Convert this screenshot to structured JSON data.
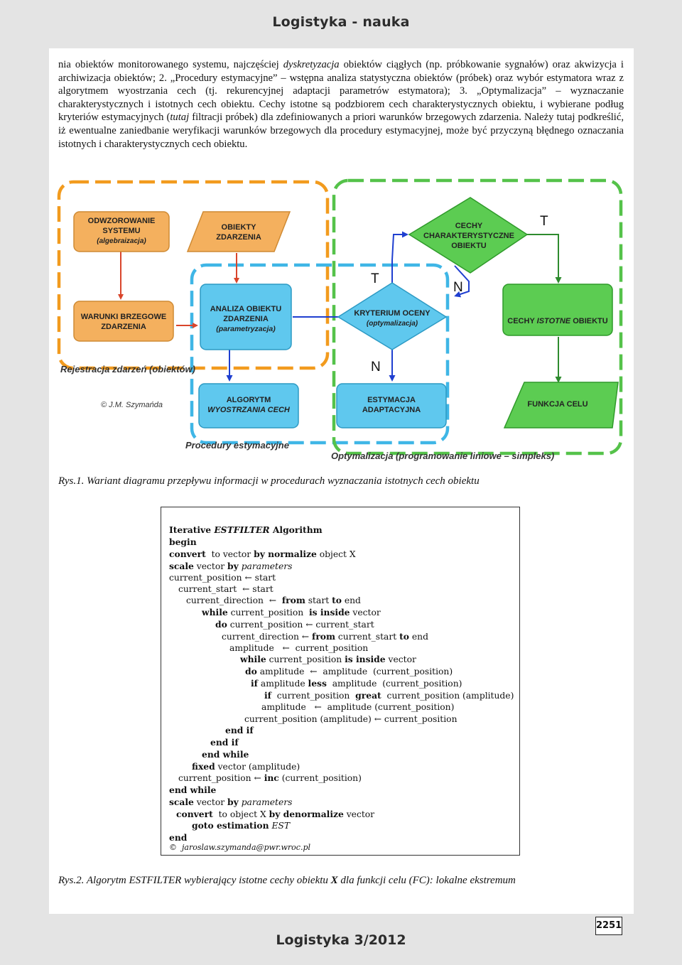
{
  "header": {
    "title": "Logistyka - nauka"
  },
  "body_text": {
    "s1": "nia obiektów monitorowanego systemu, najczęściej ",
    "s2": "dyskretyzacja",
    "s3": " obiektów ciągłych (np. próbkowanie sygnałów) oraz akwizycja i archiwizacja obiektów; 2. „Procedury estymacyjne” – wstępna analiza statystyczna obiektów (próbek) oraz wybór estymatora wraz z algorytmem wyostrzania cech (tj. rekurencyjnej adaptacji parametrów estymatora); 3. „Optymalizacja” – wyznaczanie charakterystycznych i istotnych cech obiektu. Cechy istotne są podzbiorem cech charakterystycznych obiektu, i wybierane podług kryteriów estymacyjnych (",
    "s4": "tutaj",
    "s5": " filtracji próbek) dla zdefiniowanych a priori warunków brzegowych zdarzenia. Należy tutaj podkreślić, iż ewentualne zaniedbanie weryfikacji warunków brzegowych dla procedury estymacyjnej, może być przyczyną błędnego oznaczania istotnych i charakterystycznych cech obiektu."
  },
  "diagram": {
    "odwzorowanie": [
      "ODWZOROWANIE",
      "SYSTEMU",
      "(algebraizacja)"
    ],
    "obiekty": [
      "OBIEKTY",
      "ZDARZENIA"
    ],
    "warunki": [
      "WARUNKI BRZEGOWE",
      "ZDARZENIA"
    ],
    "analiza": [
      "ANALIZA OBIEKTU",
      "ZDARZENIA",
      "(parametryzacja)"
    ],
    "kryterium": [
      "KRYTERIUM OCENY",
      "(optymalizacja)"
    ],
    "cechy_char": [
      "CECHY",
      "CHARAKTERYSTYCZNE",
      "OBIEKTU"
    ],
    "cechy_ist": {
      "a": "CECHY ",
      "b": "ISTOTNE",
      "c": " OBIEKTU"
    },
    "algorytm": [
      "ALGORYTM",
      "WYOSTRZANIA CECH"
    ],
    "estymacja": [
      "ESTYMACJA",
      "ADAPTACYJNA"
    ],
    "funkcja": "FUNKCJA CELU",
    "label_t1": "T",
    "label_n1": "N",
    "label_t2": "T",
    "label_n2": "N",
    "rejestracja": "Rejestracja zdarzeń (obiektów)",
    "procedury": "Procedury estymacyjne",
    "optymalizacja": "Optymalizacja (programowanie liniowe – simpleks)",
    "copyright": "© J.M. Szymańda"
  },
  "caption1": "Rys.1. Wariant diagramu przepływu informacji  w procedurach wyznaczania istotnych cech obiektu",
  "algorithm": {
    "l1": {
      "a": "Iterative ",
      "b": "ESTFILTER",
      "c": " Algorithm"
    },
    "l2": "begin",
    "l3": {
      "a": "convert",
      "b": "  to vector ",
      "c": "by normalize",
      "d": " object X"
    },
    "l4": {
      "a": "scale",
      "b": " vector ",
      "c": "by",
      "d": " parameters"
    },
    "l5": "current_position ← start",
    "l6": "current_start  ← start",
    "l7": {
      "a": "current_direction  ←  ",
      "b": "from",
      "c": " start ",
      "d": "to",
      "e": " end"
    },
    "l8": {
      "a": "while",
      "b": " current_position  ",
      "c": "is inside",
      "d": " vector"
    },
    "l9": {
      "a": "do",
      "b": " current_position ← current_start"
    },
    "l10": {
      "a": "current_direction ← ",
      "b": "from",
      "c": " current_start ",
      "d": "to",
      "e": " end"
    },
    "l11": "amplitude   ←  current_position",
    "l12": {
      "a": "while",
      "b": " current_position ",
      "c": "is inside",
      "d": " vector"
    },
    "l13": {
      "a": "do",
      "b": " amplitude  ←  amplitude  (current_position)"
    },
    "l14": {
      "a": "if",
      "b": " amplitude ",
      "c": "less",
      "d": "  amplitude  (current_position)"
    },
    "l15": {
      "a": "if",
      "b": "  current_position  ",
      "c": "great",
      "d": "  current_position (amplitude)"
    },
    "l16": "amplitude   ←  amplitude (current_position)",
    "l17": "current_position (amplitude) ← current_position",
    "l18": "end if",
    "l19": "end if",
    "l20": "end while",
    "l21": {
      "a": "fixed",
      "b": " vector (amplitude)"
    },
    "l22": {
      "a": "current_position ← ",
      "b": "inc",
      "c": " (current_position)"
    },
    "l23": "end while",
    "l24": {
      "a": "scale",
      "b": " vector ",
      "c": "by",
      "d": " parameters"
    },
    "l25": {
      "a": "convert",
      "b": "  to object X ",
      "c": "by denormalize",
      "d": " vector"
    },
    "l26": {
      "a": "goto estimation",
      "b": " EST"
    },
    "l27": "end",
    "l28": {
      "a": "©  ",
      "b": "jaroslaw.szymanda@pwr.wroc.pl"
    }
  },
  "caption2": {
    "a": "Rys.2. Algorytm ESTFILTER  wybierający istotne cechy obiektu ",
    "b": "X",
    "c": " dla funkcji celu (FC): lokalne ekstremum"
  },
  "page_number": "2251",
  "footer": {
    "title": "Logistyka 3/2012"
  }
}
